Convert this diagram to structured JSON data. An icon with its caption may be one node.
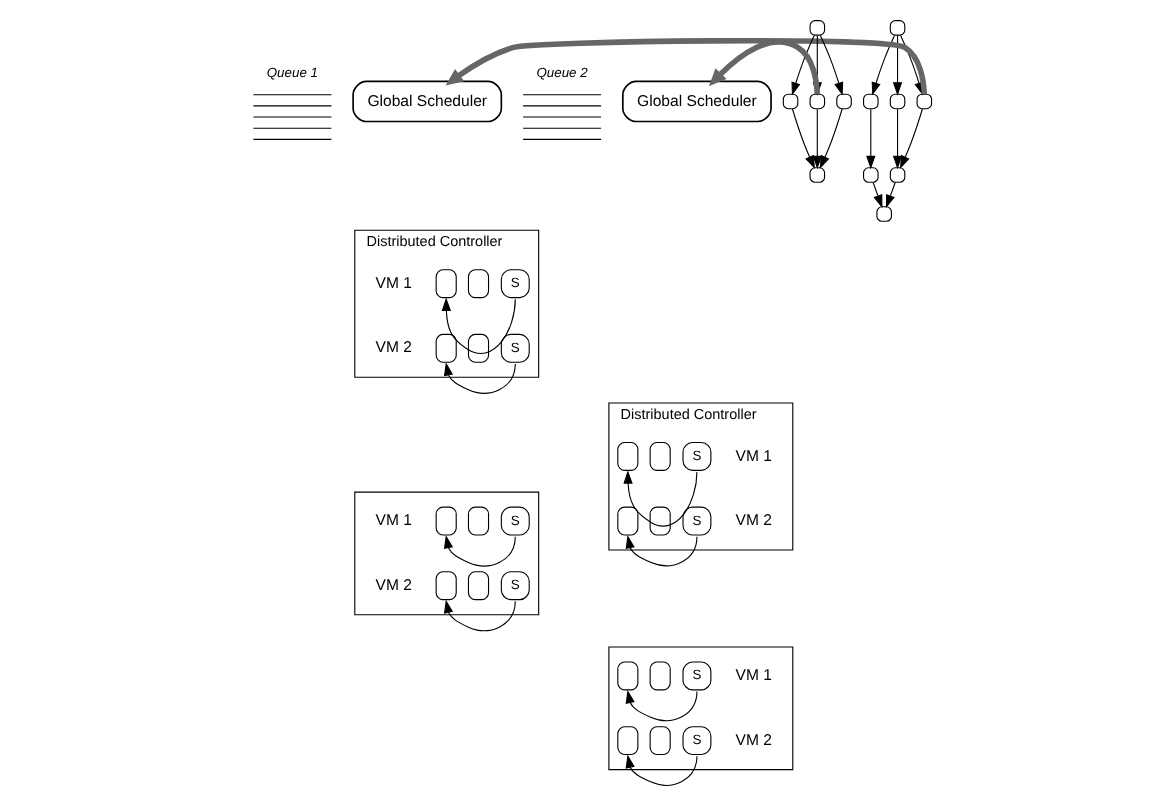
{
  "diagram": {
    "nodes": [
      {
        "text": [
          "Queue 1"
        ]
      },
      {
        "text": [
          "Global Scheduler"
        ]
      },
      {
        "text": [
          "Queue 2"
        ]
      },
      {
        "text": [
          "Global Scheduler"
        ]
      },
      {
        "text": [],
        "shape": "box"
      },
      {
        "text": [],
        "shape": "box"
      },
      {
        "text": [],
        "shape": "box"
      },
      {
        "text": [],
        "shape": "box"
      },
      {
        "text": [],
        "shape": "box"
      },
      {
        "text": [],
        "shape": "box"
      },
      {
        "text": [],
        "shape": "box"
      },
      {
        "text": [],
        "shape": "box"
      },
      {
        "text": [],
        "shape": "box"
      },
      {
        "text": [],
        "shape": "box"
      },
      {
        "text": [],
        "shape": "box"
      },
      {
        "text": [],
        "shape": "box"
      },
      {
        "text": [
          "Distributed Controller"
        ]
      },
      {
        "text": [],
        "shape": "box",
        "in": 16,
        "beside": [
          "VM 1"
        ]
      },
      {
        "text": [],
        "shape": "box",
        "in": 16
      },
      {
        "text": [
          "S"
        ],
        "in": 16
      },
      {
        "text": [],
        "shape": "box",
        "in": 16,
        "beside": [
          "VM 2"
        ]
      },
      {
        "text": [],
        "shape": "box",
        "in": 16
      },
      {
        "text": [
          "S"
        ],
        "in": 16
      },
      {
        "text": [],
        "shape": "box"
      },
      {
        "text": [],
        "shape": "box",
        "in": 23,
        "beside": [
          "VM 1"
        ]
      },
      {
        "text": [],
        "shape": "box",
        "in": 23
      },
      {
        "text": [
          "S"
        ],
        "in": 23
      },
      {
        "text": [],
        "shape": "box",
        "in": 23,
        "beside": [
          "VM 2"
        ]
      },
      {
        "text": [],
        "shape": "box",
        "in": 23
      },
      {
        "text": [
          "S"
        ],
        "in": 23
      },
      {
        "text": [
          "Distributed Controller"
        ]
      },
      {
        "text": [],
        "shape": "box",
        "in": 30
      },
      {
        "text": [],
        "shape": "box",
        "in": 30
      },
      {
        "text": [
          "S"
        ],
        "in": 30,
        "beside": [
          "VM 1"
        ]
      },
      {
        "text": [],
        "shape": "box",
        "in": 30
      },
      {
        "text": [],
        "shape": "box",
        "in": 30
      },
      {
        "text": [
          "S"
        ],
        "in": 30,
        "beside": [
          "VM 2"
        ]
      },
      {
        "text": [],
        "shape": "box"
      },
      {
        "text": [],
        "shape": "box",
        "in": 37
      },
      {
        "text": [],
        "shape": "box",
        "in": 37
      },
      {
        "text": [
          "S"
        ],
        "in": 37,
        "beside": [
          "VM 1"
        ]
      },
      {
        "text": [],
        "shape": "box",
        "in": 37
      },
      {
        "text": [],
        "shape": "box",
        "in": 37
      },
      {
        "text": [
          "S"
        ],
        "in": 37,
        "beside": [
          "VM 2"
        ]
      }
    ],
    "edges": [
      {
        "from": 5,
        "to": 1,
        "arrow": "to",
        "style": "thick",
        "color": "#666666"
      },
      {
        "from": 14,
        "to": 3,
        "arrow": "to",
        "style": "thick",
        "color": "#666666"
      },
      {
        "from": 4,
        "to": 5,
        "arrow": "to"
      },
      {
        "from": 4,
        "to": 6,
        "arrow": "to"
      },
      {
        "from": 4,
        "to": 7,
        "arrow": "to"
      },
      {
        "from": 5,
        "to": 8,
        "arrow": "to"
      },
      {
        "from": 6,
        "to": 8,
        "arrow": "to"
      },
      {
        "from": 7,
        "to": 9,
        "arrow": "to"
      },
      {
        "from": 8,
        "to": 10,
        "arrow": "to"
      },
      {
        "from": 9,
        "to": 10,
        "arrow": "to"
      },
      {
        "from": 11,
        "to": 12,
        "arrow": "to"
      },
      {
        "from": 11,
        "to": 13,
        "arrow": "to"
      },
      {
        "from": 11,
        "to": 14,
        "arrow": "to"
      },
      {
        "from": 12,
        "to": 15,
        "arrow": "to"
      },
      {
        "from": 13,
        "to": 15,
        "arrow": "to"
      },
      {
        "from": 14,
        "to": 15,
        "arrow": "to"
      },
      {
        "from": 19,
        "to": 17,
        "arrow": "to"
      },
      {
        "from": 22,
        "to": 20,
        "arrow": "to"
      },
      {
        "from": 26,
        "to": 24,
        "arrow": "to"
      },
      {
        "from": 29,
        "to": 27,
        "arrow": "to"
      },
      {
        "from": 33,
        "to": 31,
        "arrow": "to"
      },
      {
        "from": 36,
        "to": 34,
        "arrow": "to"
      },
      {
        "from": 40,
        "to": 38,
        "arrow": "to"
      },
      {
        "from": 43,
        "to": 41,
        "arrow": "to"
      }
    ]
  }
}
